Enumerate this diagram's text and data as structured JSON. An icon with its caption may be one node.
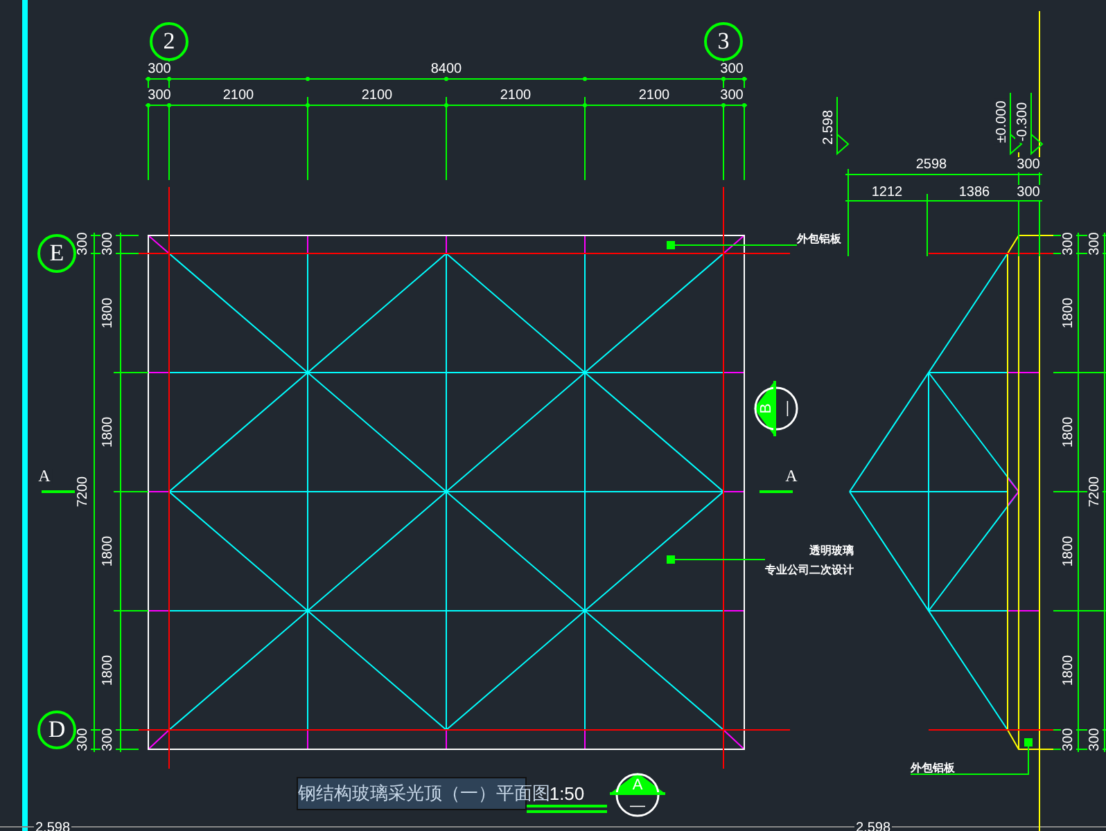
{
  "diagram": {
    "title": "钢结构玻璃采光顶（一）平面图",
    "nodes": [
      {
        "text": [
          "2"
        ]
      },
      {
        "text": [
          "3"
        ]
      },
      {
        "text": [
          "E"
        ]
      },
      {
        "text": [
          "D"
        ]
      },
      {
        "text": [
          "B",
          "—"
        ]
      },
      {
        "text": [
          "外包铝板"
        ]
      },
      {
        "text": [
          "透明玻璃",
          "专业公司二次设计"
        ]
      },
      {
        "text": [
          "外包铝板"
        ]
      },
      {
        "text": [
          "A",
          "—"
        ]
      }
    ],
    "edges": [
      {
        "from": 5,
        "to": null,
        "arrow": "other"
      },
      {
        "from": 6,
        "to": null,
        "arrow": "other"
      },
      {
        "from": 7,
        "to": null,
        "arrow": "other"
      }
    ],
    "labels": [
      "300",
      "8400",
      "300",
      "300",
      "2100",
      "2100",
      "2100",
      "2100",
      "300",
      "2.598",
      "±0.000",
      "-0.300",
      "2598",
      "300",
      "1212",
      "1386",
      "300",
      "300",
      "300",
      "1800",
      "1800",
      "A",
      "7200",
      "A",
      "1800",
      "1800",
      "300",
      "300",
      "300",
      "300",
      "1800",
      "1800",
      "7200",
      "1800",
      "1800",
      "300",
      "300",
      "1:50",
      "2.598",
      "2.598"
    ]
  }
}
